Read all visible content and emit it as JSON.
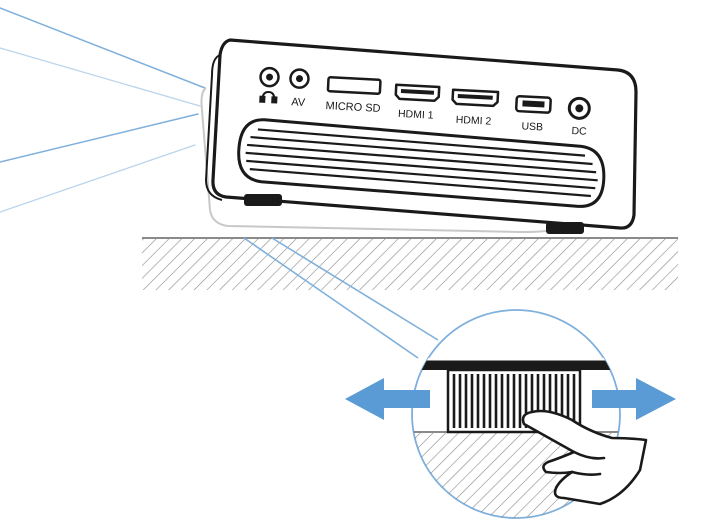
{
  "ports": [
    {
      "id": "headphone",
      "label": "",
      "icon": "headphone-icon"
    },
    {
      "id": "av",
      "label": "AV"
    },
    {
      "id": "micro-sd",
      "label": "MICRO SD"
    },
    {
      "id": "hdmi-1",
      "label": "HDMI 1"
    },
    {
      "id": "hdmi-2",
      "label": "HDMI 2"
    },
    {
      "id": "usb",
      "label": "USB"
    },
    {
      "id": "dc",
      "label": "DC"
    }
  ],
  "colors": {
    "outline": "#1a1a1a",
    "accent_blue": "#5b9bd5",
    "light_blue": "#8db8e0",
    "hatch": "#8a8a8a",
    "ghost": "#c8c8c8"
  },
  "icons": {
    "arrows": "double-arrow-left-right-icon",
    "hand": "pointing-hand-icon",
    "headphone": "headphone-icon"
  }
}
